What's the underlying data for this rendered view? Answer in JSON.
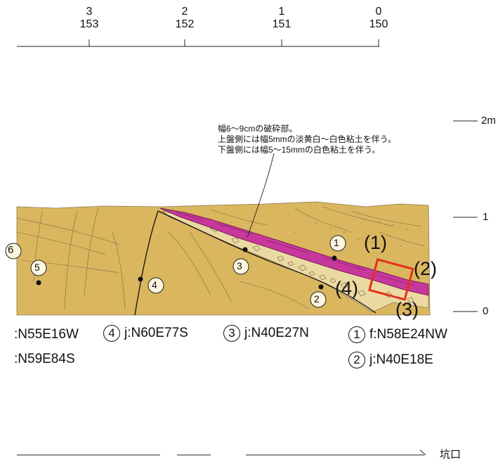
{
  "top_scale": {
    "ticks": [
      {
        "index": "3",
        "value": "153"
      },
      {
        "index": "2",
        "value": "152"
      },
      {
        "index": "1",
        "value": "151"
      },
      {
        "index": "0",
        "value": "150"
      }
    ]
  },
  "height_scale": {
    "labels": [
      "2m",
      "1",
      "0"
    ]
  },
  "annotation": {
    "lines": [
      "幅6～9cmの破砕部。",
      "上盤側には幅5mmの淡黄白～白色粘土を伴う。",
      "下盤側には幅5～15mmの白色粘土を伴う。"
    ]
  },
  "points": [
    {
      "num": "1"
    },
    {
      "num": "2"
    },
    {
      "num": "3"
    },
    {
      "num": "4"
    },
    {
      "num": "5"
    },
    {
      "num": "6"
    }
  ],
  "photo_labels": [
    "(1)",
    "(2)",
    "(3)",
    "(4)"
  ],
  "legend": {
    "left_col": [
      ":N55E16W",
      ":N59E84S"
    ],
    "items": [
      {
        "num": "4",
        "text": "j:N60E77S"
      },
      {
        "num": "3",
        "text": "j:N40E27N"
      },
      {
        "num": "1",
        "text": "f:N58E24NW"
      },
      {
        "num": "2",
        "text": "j:N40E18E"
      }
    ]
  },
  "footer": {
    "entrance_label": "坑口"
  },
  "colors": {
    "rock": "#dab65f",
    "fault": "#c8379c",
    "clay": "#ebd9a2",
    "frame": "#e53019"
  }
}
